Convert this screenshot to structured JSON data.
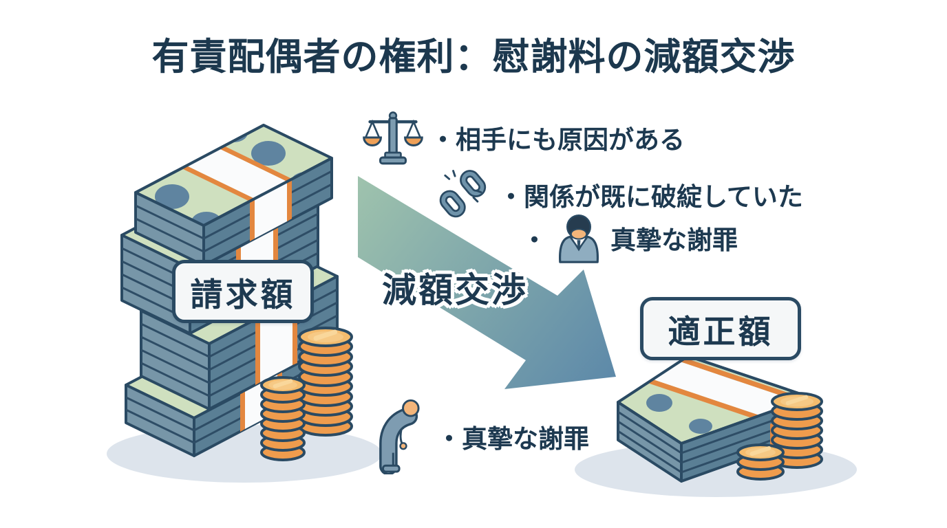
{
  "title": "有責配偶者の権利：慰謝料の減額交渉",
  "left_stack": {
    "label": "請求額",
    "illustration": "large-money-stack-with-coins"
  },
  "right_stack": {
    "label": "適正額",
    "illustration": "small-money-stack-with-coins"
  },
  "arrow": {
    "label": "減額交渉",
    "direction": "down-right"
  },
  "reasons": [
    {
      "icon": "scale-icon",
      "text": "・相手にも原因がある"
    },
    {
      "icon": "broken-chain-icon",
      "text": "・関係が既に破綻していた"
    },
    {
      "icon": "businessman-bowing-icon",
      "bullet": "・",
      "text": "真摯な謝罪"
    }
  ],
  "apology": {
    "icon": "bowing-person-icon",
    "text": "・真摯な謝罪"
  },
  "colors": {
    "background": "#ffffff",
    "text_navy": "#1d3950",
    "outline_navy": "#2a4a63",
    "arrow_green": "#9fc3ad",
    "arrow_blue": "#5d89a9",
    "bill_green": "#cfe0bf",
    "bill_circle": "#5f84a0",
    "bill_side_light": "#7796a8",
    "bill_side_dark": "#5a7f95",
    "band_white": "#fafbfc",
    "band_orange": "#e3873f",
    "coin_orange": "#ef9c4d",
    "coin_light": "#f4bc6e",
    "steel_blue": "#6f93aa",
    "skin": "#f3b57a",
    "suit_blue": "#8fadc0",
    "shadow": "#dde4ec",
    "label_bg": "#f5f7f8"
  }
}
